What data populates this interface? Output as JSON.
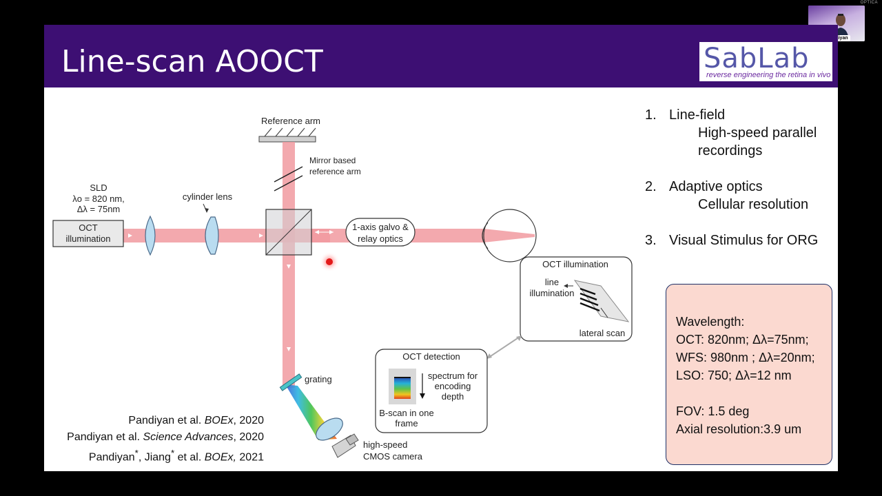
{
  "corner_label": "OPTICA",
  "video": {
    "participant_name": "Vimal Pandiyan"
  },
  "slide": {
    "title": "Line-scan AOOCT",
    "logo": {
      "main": "SabLab",
      "tagline": "reverse engineering the retina in vivo"
    },
    "diagram": {
      "reference_arm": "Reference arm",
      "mirror_ref_1": "Mirror based",
      "mirror_ref_2": "reference arm",
      "sld": "SLD",
      "lambda0": "λo = 820 nm,",
      "dlambda": "Δλ = 75nm",
      "oct_illum_1": "OCT",
      "oct_illum_2": "illumination",
      "cyl_lens": "cylinder lens",
      "galvo_1": "1-axis galvo &",
      "galvo_2": "relay optics",
      "inset_illum_title": "OCT illumination",
      "line_illum_1": "line",
      "line_illum_2": "illumination",
      "lateral_scan": "lateral scan",
      "detection_title": "OCT detection",
      "spectrum_1": "spectrum for",
      "spectrum_2": "encoding",
      "spectrum_3": "depth",
      "bscan_1": "B-scan in one",
      "bscan_2": "frame",
      "grating": "grating",
      "camera_1": "high-speed",
      "camera_2": "CMOS camera"
    },
    "list": [
      {
        "num": "1.",
        "label": "Line-field",
        "sub": [
          "High-speed parallel",
          "recordings"
        ]
      },
      {
        "num": "2.",
        "label": "Adaptive optics",
        "sub": [
          "Cellular resolution"
        ]
      },
      {
        "num": "3.",
        "label": "Visual Stimulus for ORG",
        "sub": []
      }
    ],
    "bullet_char": "•",
    "specs": [
      "Wavelength:",
      "OCT: 820nm; Δλ=75nm;",
      "WFS: 980nm ; Δλ=20nm;",
      "LSO: 750; Δλ=12 nm",
      "",
      "FOV: 1.5 deg",
      "Axial resolution:3.9 um"
    ],
    "references": [
      {
        "author": "Pandiyan et al. ",
        "journal": "BOEx",
        "year": ", 2020"
      },
      {
        "author": "Pandiyan et al. ",
        "journal": "Science Advances",
        "year": ", 2020"
      },
      {
        "author_a": "Pandiyan",
        "sup": "*",
        "author_b": ", Jiang",
        "author_c": " et al. ",
        "journal": "BOEx,",
        "year": " 2021"
      }
    ]
  },
  "colors": {
    "header": "#3d0f73",
    "beam": "#f19aa0",
    "specs_box": "#fbd9d0"
  }
}
